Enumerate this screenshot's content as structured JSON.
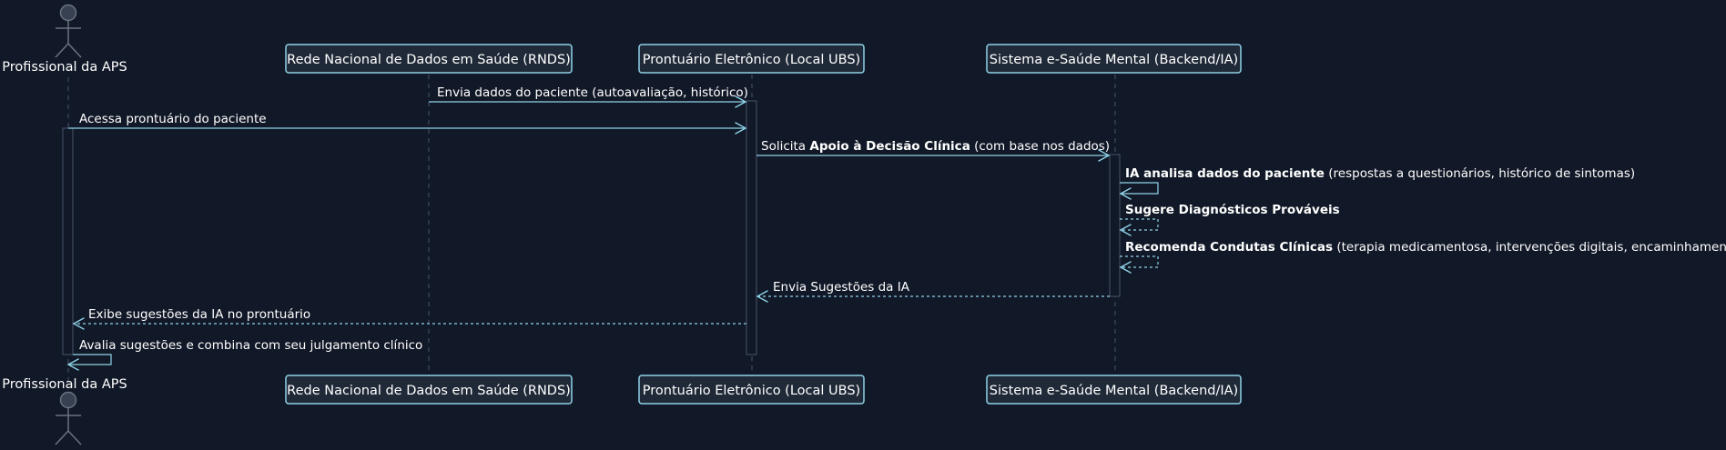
{
  "participants": [
    {
      "id": "aps",
      "label": "Profissional da APS",
      "kind": "actor"
    },
    {
      "id": "rnds",
      "label": "Rede Nacional de Dados em Saúde (RNDS)",
      "kind": "participant"
    },
    {
      "id": "pep",
      "label": "Prontuário Eletrônico (Local UBS)",
      "kind": "participant"
    },
    {
      "id": "esm",
      "label": "Sistema e-Saúde Mental (Backend/IA)",
      "kind": "participant"
    }
  ],
  "messages": [
    {
      "from": "rnds",
      "to": "pep",
      "style": "solid",
      "parts": [
        {
          "t": "Envia dados do paciente (autoavaliação, histórico)"
        }
      ]
    },
    {
      "from": "aps",
      "to": "pep",
      "style": "solid",
      "parts": [
        {
          "t": "Acessa prontuário do paciente"
        }
      ]
    },
    {
      "from": "pep",
      "to": "esm",
      "style": "solid",
      "parts": [
        {
          "t": "Solicita "
        },
        {
          "t": "Apoio à Decisão Clínica",
          "b": true
        },
        {
          "t": " (com base nos dados)"
        }
      ]
    },
    {
      "from": "esm",
      "to": "esm",
      "style": "solid",
      "parts": [
        {
          "t": "IA analisa dados do paciente",
          "b": true
        },
        {
          "t": " (respostas a questionários, histórico de sintomas)"
        }
      ]
    },
    {
      "from": "esm",
      "to": "esm",
      "style": "dashed",
      "parts": [
        {
          "t": "Sugere Diagnósticos Prováveis",
          "b": true
        }
      ]
    },
    {
      "from": "esm",
      "to": "esm",
      "style": "dashed",
      "parts": [
        {
          "t": "Recomenda Condutas Clínicas",
          "b": true
        },
        {
          "t": " (terapia medicamentosa, intervenções digitais, encaminhamento)"
        }
      ]
    },
    {
      "from": "esm",
      "to": "pep",
      "style": "dashed",
      "parts": [
        {
          "t": "Envia Sugestões da IA"
        }
      ]
    },
    {
      "from": "pep",
      "to": "aps",
      "style": "dashed",
      "parts": [
        {
          "t": "Exibe sugestões da IA no prontuário"
        }
      ]
    },
    {
      "from": "aps",
      "to": "aps",
      "style": "solid",
      "parts": [
        {
          "t": "Avalia sugestões e combina com seu julgamento clínico"
        }
      ]
    }
  ],
  "colors": {
    "background": "#111827",
    "accent": "#8fd3e8",
    "lifeline": "#475569",
    "text": "#ffffff"
  }
}
